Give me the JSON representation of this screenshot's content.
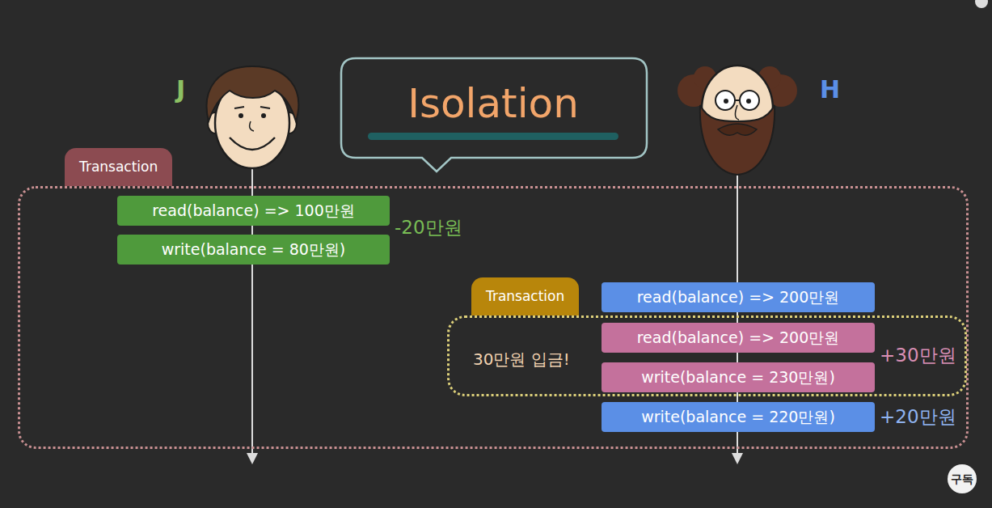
{
  "diagram": {
    "nodes": [
      {
        "text": [
          "Isolation"
        ]
      },
      {
        "text": [
          "Transaction"
        ]
      },
      {
        "text": [
          "read(balance) => 100만원"
        ],
        "in": 1
      },
      {
        "text": [
          "write(balance = 80만원)"
        ],
        "in": 1
      },
      {
        "text": [
          "Transaction",
          "30만원 입금!"
        ],
        "in": 1
      },
      {
        "text": [
          "read(balance) => 200만원"
        ],
        "in": 1
      },
      {
        "text": [
          "read(balance) => 200만원"
        ],
        "in": 4
      },
      {
        "text": [
          "write(balance = 230만원)"
        ],
        "in": 4
      },
      {
        "text": [
          "write(balance = 220만원)"
        ],
        "in": 1
      }
    ],
    "labels": [
      "J",
      "H",
      "-20만원",
      "+30만원",
      "+20만원",
      "구독"
    ]
  }
}
